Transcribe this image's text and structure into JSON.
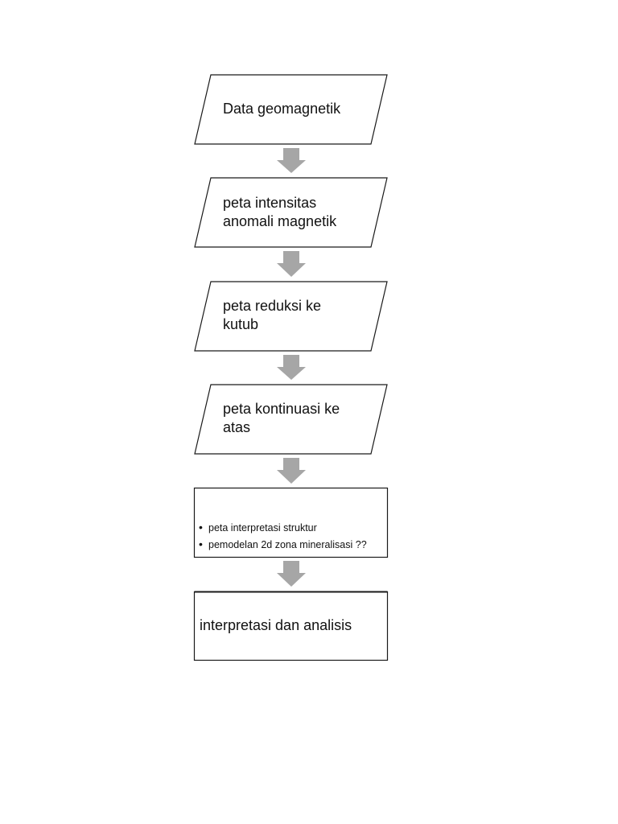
{
  "diagram": {
    "nodes": [
      {
        "id": "data-geomagnetik",
        "shape": "parallelogram",
        "lines": [
          "Data geomagnetik"
        ]
      },
      {
        "id": "peta-intensitas",
        "shape": "parallelogram",
        "lines": [
          "peta intensitas",
          "anomali magnetik"
        ]
      },
      {
        "id": "peta-reduksi",
        "shape": "parallelogram",
        "lines": [
          "peta reduksi ke",
          "kutub"
        ]
      },
      {
        "id": "peta-kontinuasi",
        "shape": "parallelogram",
        "lines": [
          "peta kontinuasi ke",
          "atas"
        ]
      },
      {
        "id": "hasil-peta",
        "shape": "rectangle",
        "bullets": [
          "peta interpretasi struktur",
          "pemodelan 2d zona mineralisasi ??"
        ]
      },
      {
        "id": "interpretasi",
        "shape": "rectangle",
        "lines": [
          "interpretasi dan analisis"
        ]
      }
    ],
    "edges": [
      {
        "from": "data-geomagnetik",
        "to": "peta-intensitas"
      },
      {
        "from": "peta-intensitas",
        "to": "peta-reduksi"
      },
      {
        "from": "peta-reduksi",
        "to": "peta-kontinuasi"
      },
      {
        "from": "peta-kontinuasi",
        "to": "hasil-peta"
      },
      {
        "from": "hasil-peta",
        "to": "interpretasi"
      }
    ],
    "colors": {
      "arrow": "#a6a6a6",
      "stroke": "#1a1a1a",
      "fill": "#ffffff"
    }
  }
}
